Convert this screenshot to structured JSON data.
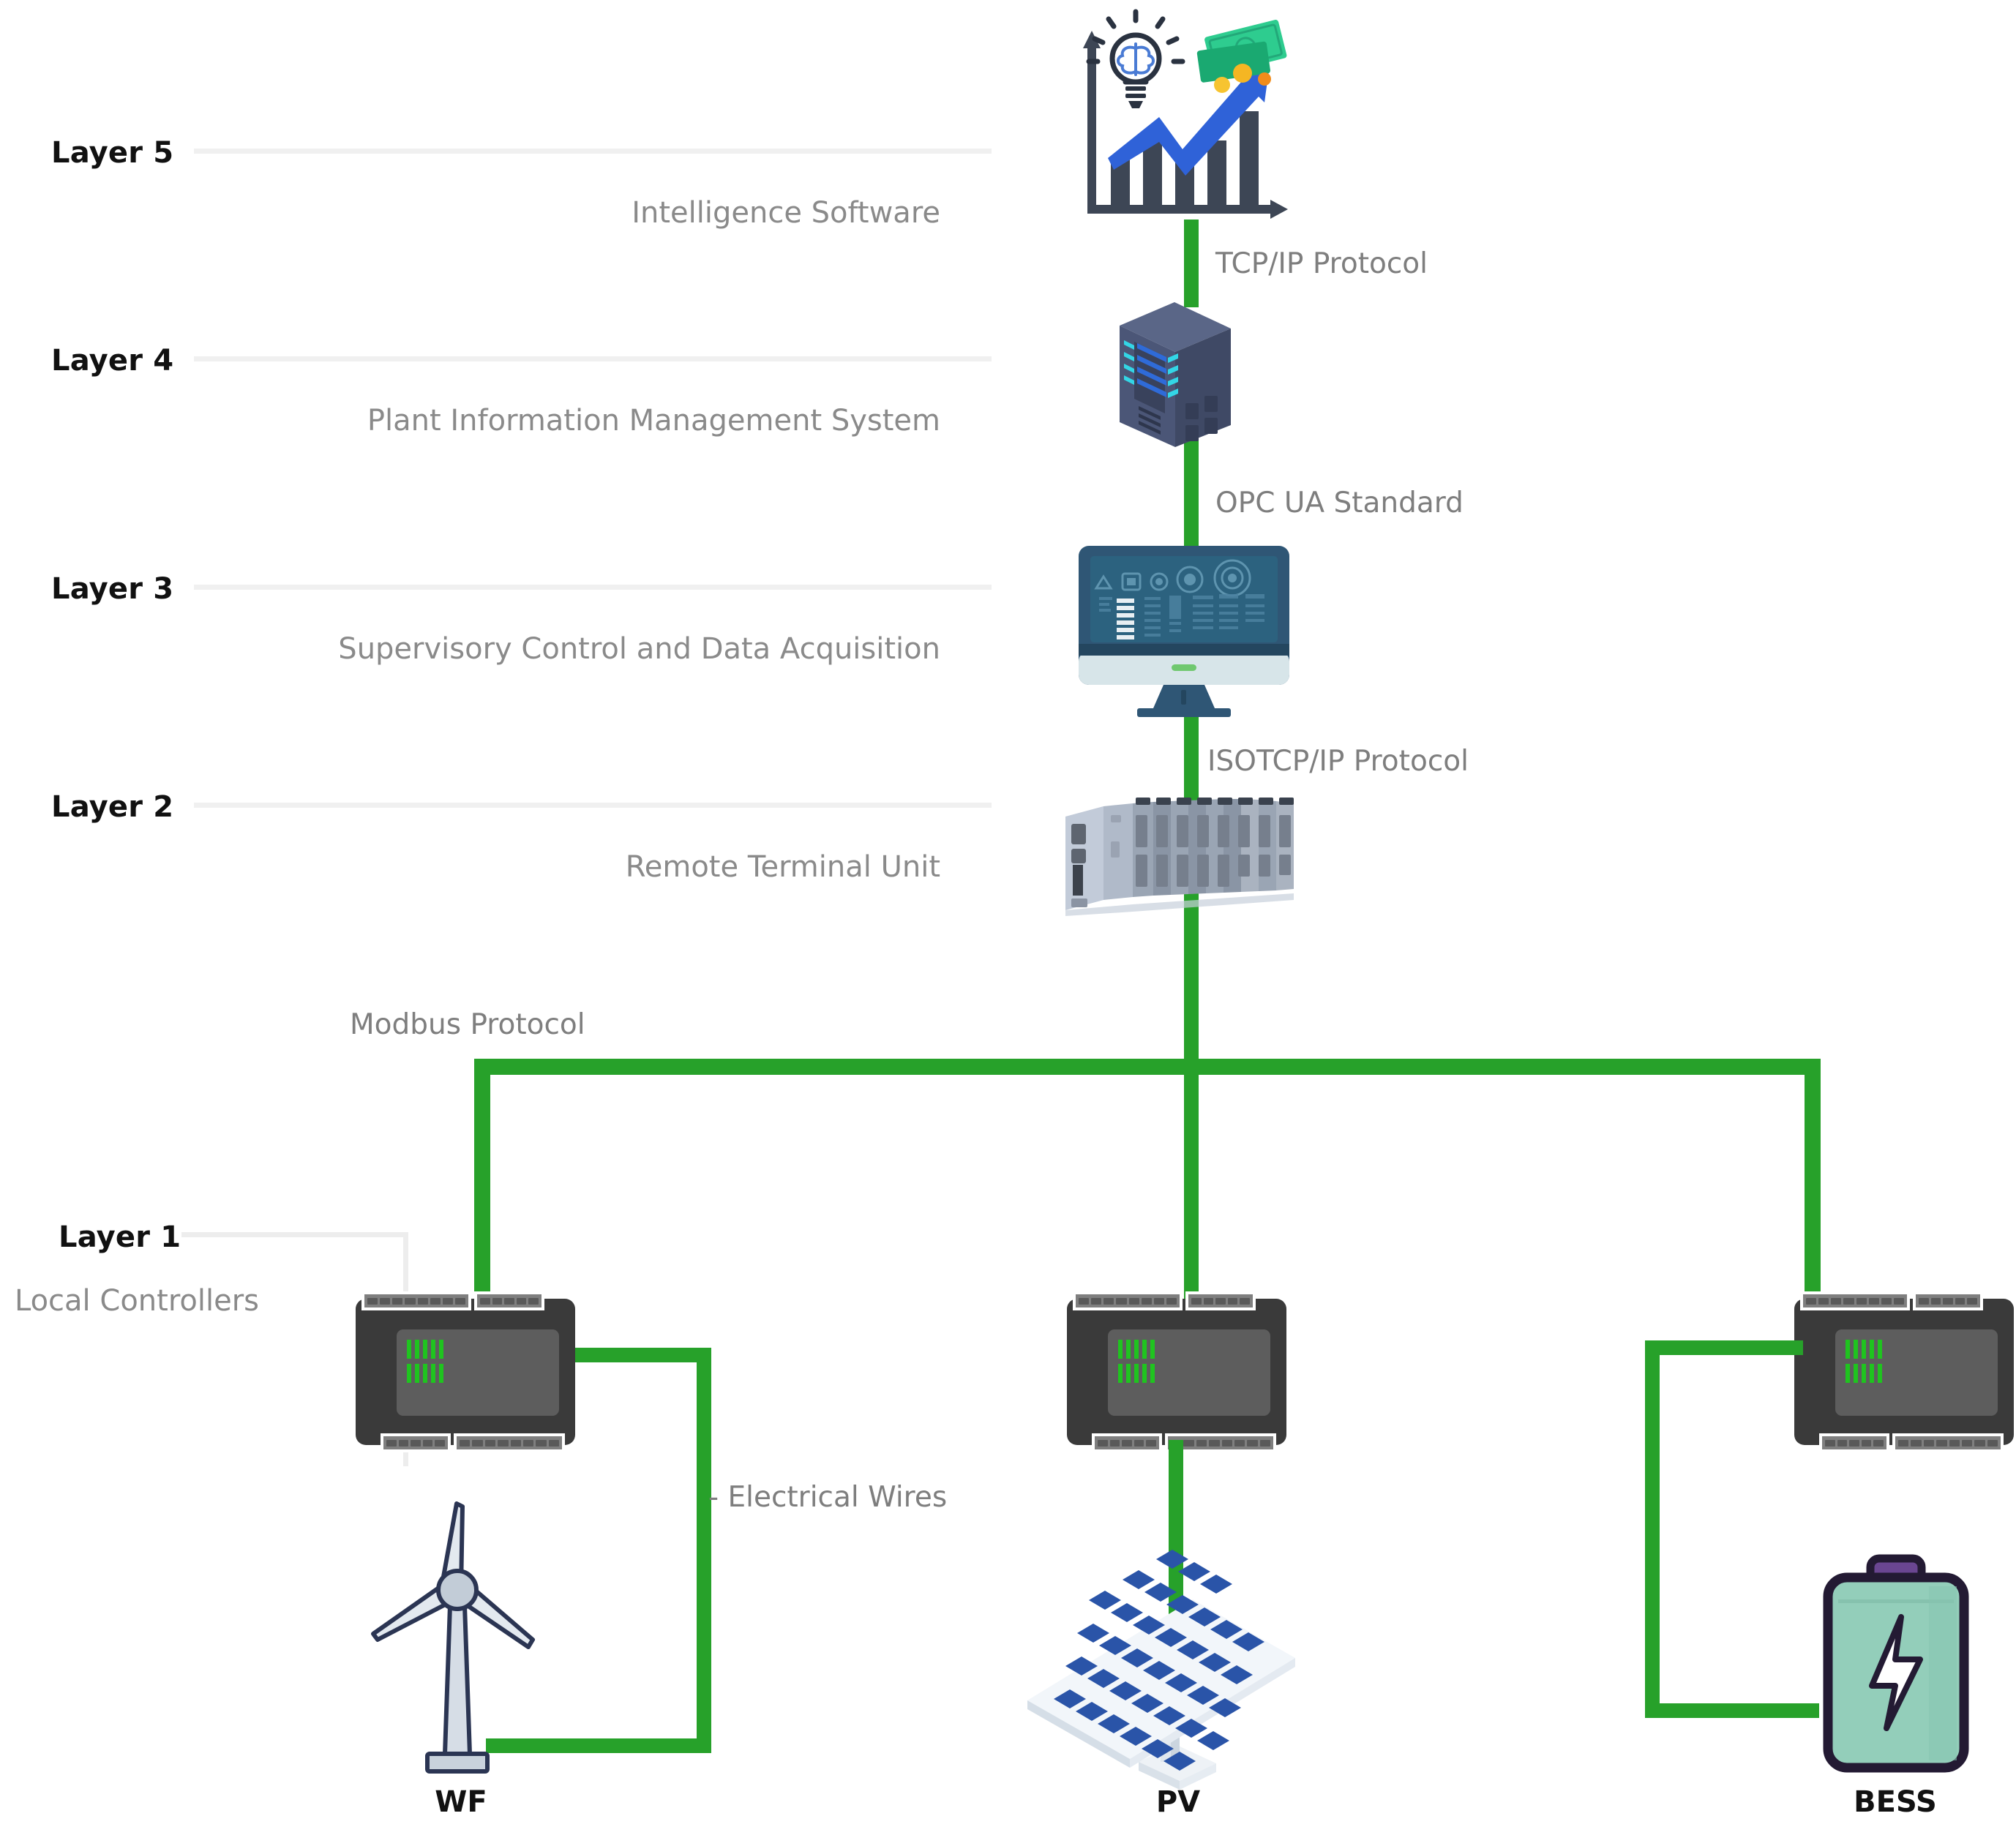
{
  "diagram": {
    "title": "Five-layer renewable plant control architecture",
    "accent_green": "#27a12a",
    "rule_color": "#f0f0f0",
    "label_gray": "#8a8a8a"
  },
  "layers": [
    {
      "id": "layer5",
      "label": "Layer 5",
      "description": "Intelligence Software",
      "icon": "analytics-bar-chart-icon"
    },
    {
      "id": "layer4",
      "label": "Layer 4",
      "description": "Plant Information Management System",
      "icon": "server-tower-icon"
    },
    {
      "id": "layer3",
      "label": "Layer 3",
      "description": "Supervisory Control and Data Acquisition",
      "icon": "scada-monitor-icon"
    },
    {
      "id": "layer2",
      "label": "Layer 2",
      "description": "Remote Terminal Unit",
      "icon": "rtu-rack-icon"
    },
    {
      "id": "layer1",
      "label": "Layer 1",
      "description": "Local Controllers",
      "icon": "controller-box-icon"
    }
  ],
  "protocols": [
    {
      "id": "tcpip",
      "label": "TCP/IP Protocol",
      "between": "Layer 5 - Layer 4"
    },
    {
      "id": "opcua",
      "label": "OPC UA Standard",
      "between": "Layer 4 - Layer 3"
    },
    {
      "id": "isotcp",
      "label": "ISOTCP/IP Protocol",
      "between": "Layer 3 - Layer 2"
    },
    {
      "id": "modbus",
      "label": "Modbus Protocol",
      "between": "Layer 2 - Layer 1"
    }
  ],
  "legend": {
    "electrical_wires": "- Electrical Wires"
  },
  "assets": [
    {
      "id": "wf",
      "caption": "WF",
      "icon": "wind-turbine-icon",
      "controller": "controller-box-icon"
    },
    {
      "id": "pv",
      "caption": "PV",
      "icon": "solar-panel-icon",
      "controller": "controller-box-icon"
    },
    {
      "id": "bess",
      "caption": "BESS",
      "icon": "battery-icon",
      "controller": "controller-box-icon"
    }
  ]
}
